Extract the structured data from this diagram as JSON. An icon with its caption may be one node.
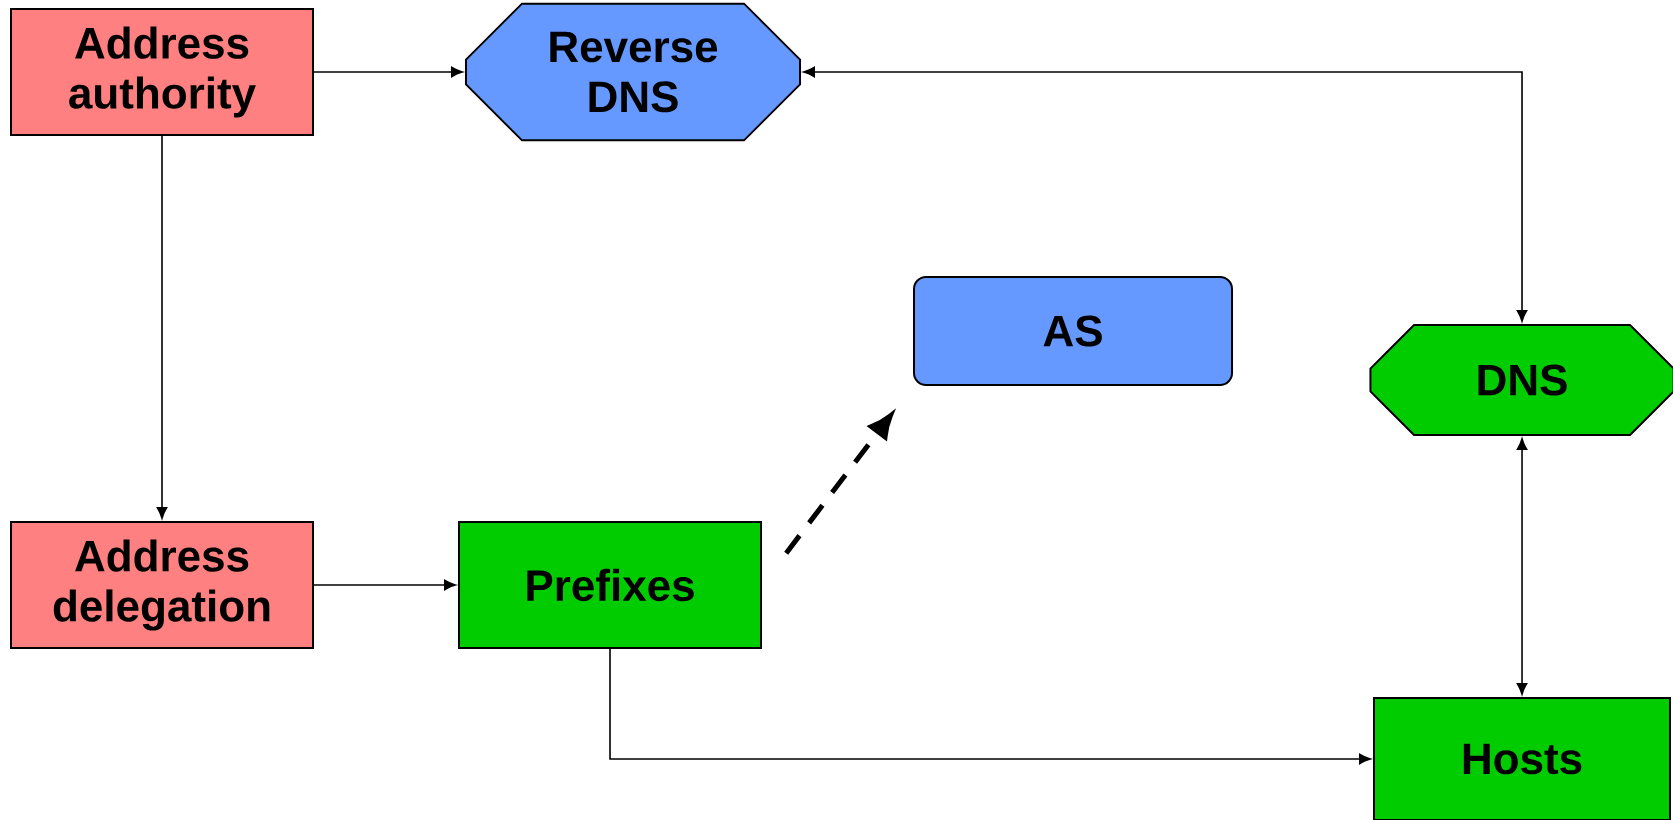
{
  "diagram": {
    "nodes": [
      {
        "text": [
          "Address authority"
        ]
      },
      {
        "text": [
          "Reverse DNS"
        ]
      },
      {
        "text": [
          "AS"
        ]
      },
      {
        "text": [
          "DNS"
        ]
      },
      {
        "text": [
          "Address delegation"
        ]
      },
      {
        "text": [
          "Prefixes"
        ]
      },
      {
        "text": [
          "Hosts"
        ]
      }
    ],
    "edges": [
      {
        "from": 0,
        "to": 1,
        "arrow": "to"
      },
      {
        "from": 1,
        "to": 3,
        "arrow": "both"
      },
      {
        "from": 0,
        "to": 4,
        "arrow": "to"
      },
      {
        "from": 4,
        "to": 5,
        "arrow": "to"
      },
      {
        "from": 5,
        "to": 2,
        "arrow": "to",
        "style": "dashed"
      },
      {
        "from": 5,
        "to": 6,
        "arrow": "to"
      },
      {
        "from": 3,
        "to": 6,
        "arrow": "both"
      }
    ]
  }
}
